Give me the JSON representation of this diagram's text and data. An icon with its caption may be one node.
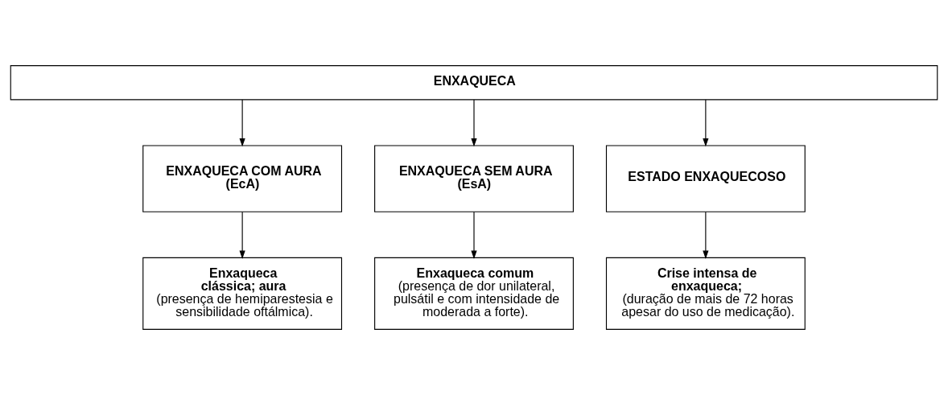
{
  "diagram": {
    "nodes": [
      {
        "text": [
          "ENXAQUECA"
        ]
      },
      {
        "text": [
          "ENXAQUECA COM AURA (EcA)"
        ]
      },
      {
        "text": [
          "ENXAQUECA SEM AURA (EsA)"
        ]
      },
      {
        "text": [
          "ESTADO ENXAQUECOSO"
        ]
      },
      {
        "text": [
          "Enxaqueca clássica; aura",
          "(presença de hemiparestesia e sensibilidade oftálmica)."
        ]
      },
      {
        "text": [
          "Enxaqueca comum",
          "(presença de dor unilateral, pulsátil e com intensidade de moderada a forte)."
        ]
      },
      {
        "text": [
          "Crise intensa de enxaqueca;",
          "(duração de mais de 72 horas apesar do uso de medicação)."
        ]
      }
    ],
    "edges": [
      {
        "from": 0,
        "to": 1,
        "arrow": "to"
      },
      {
        "from": 0,
        "to": 2,
        "arrow": "to"
      },
      {
        "from": 0,
        "to": 3,
        "arrow": "to"
      },
      {
        "from": 1,
        "to": 4,
        "arrow": "to"
      },
      {
        "from": 2,
        "to": 5,
        "arrow": "to"
      },
      {
        "from": 3,
        "to": 6,
        "arrow": "to"
      }
    ]
  }
}
